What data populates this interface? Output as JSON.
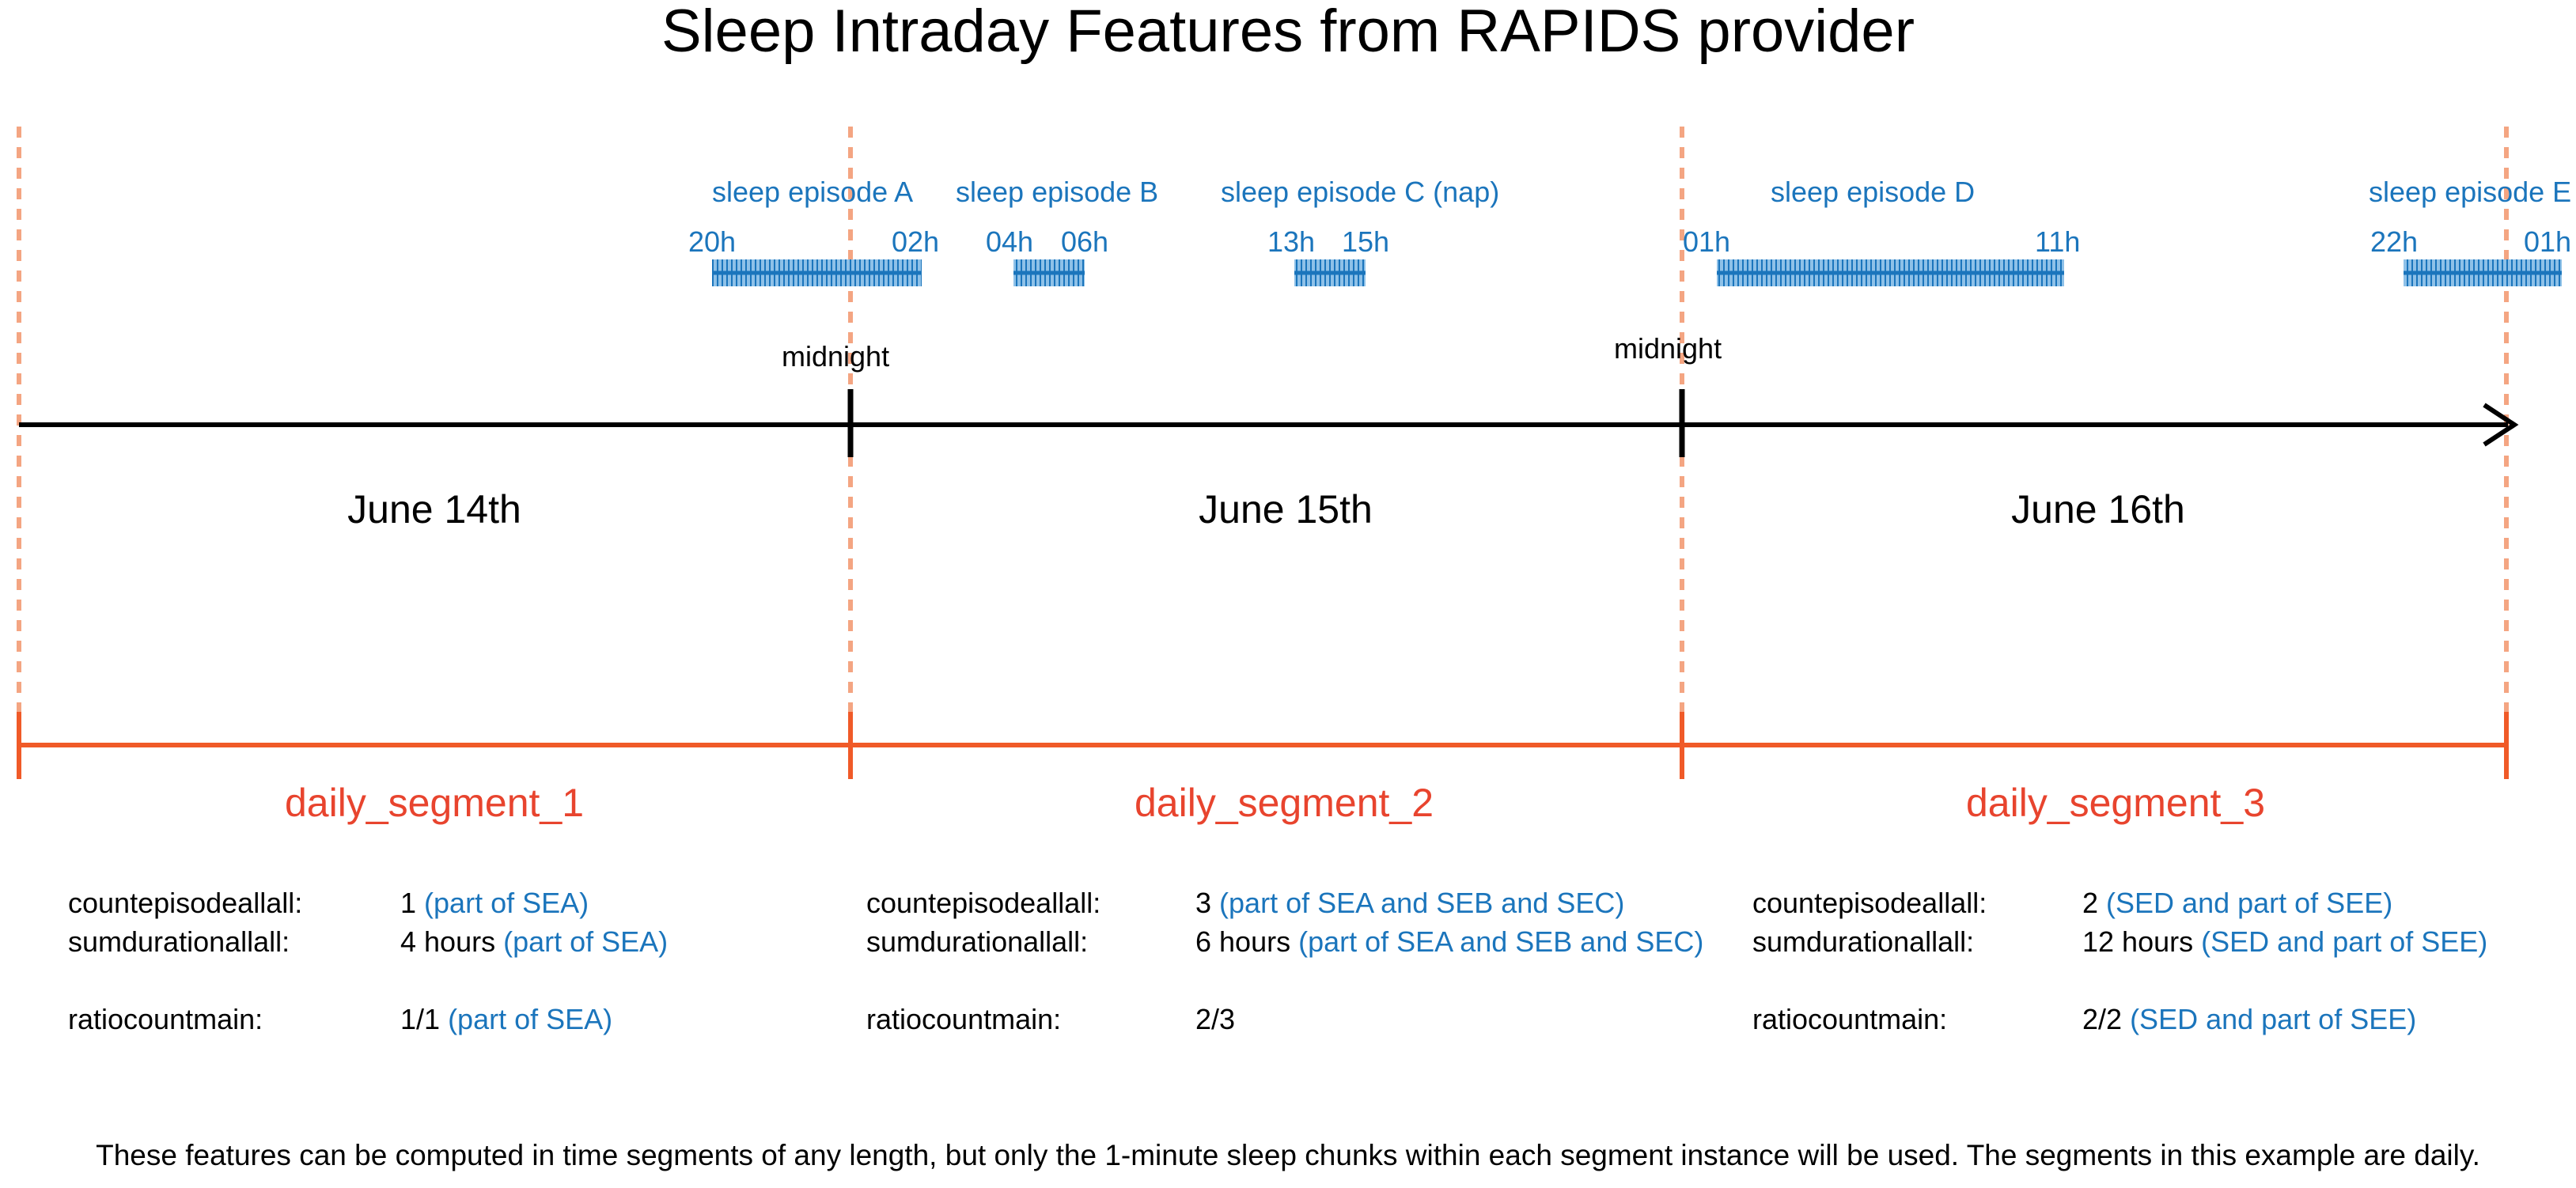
{
  "title": "Sleep Intraday Features from RAPIDS provider",
  "episodes": [
    {
      "name": "sleep episode A",
      "start": "20h",
      "end": "02h"
    },
    {
      "name": "sleep episode B",
      "start": "04h",
      "end": "06h"
    },
    {
      "name": "sleep episode C (nap)",
      "start": "13h",
      "end": "15h"
    },
    {
      "name": "sleep episode D",
      "start": "01h",
      "end": "11h"
    },
    {
      "name": "sleep episode E",
      "start": "22h",
      "end": "01h"
    }
  ],
  "midnight_labels": [
    "midnight",
    "midnight"
  ],
  "days": [
    "June 14th",
    "June 15th",
    "June 16th"
  ],
  "segments": [
    {
      "name": "daily_segment_1",
      "features": [
        {
          "label": "countepisodeallall:",
          "value": "1",
          "note": "(part of SEA)"
        },
        {
          "label": "sumdurationallall:",
          "value": "4 hours",
          "note": "(part of SEA)"
        },
        {
          "label": "ratiocountmain:",
          "value": "1/1",
          "note": "(part of SEA)"
        }
      ]
    },
    {
      "name": "daily_segment_2",
      "features": [
        {
          "label": "countepisodeallall:",
          "value": "3",
          "note": "(part of SEA and SEB and SEC)"
        },
        {
          "label": "sumdurationallall:",
          "value": "6 hours",
          "note": "(part of SEA and SEB and SEC)"
        },
        {
          "label": "ratiocountmain:",
          "value": "2/3",
          "note": ""
        }
      ]
    },
    {
      "name": "daily_segment_3",
      "features": [
        {
          "label": "countepisodeallall:",
          "value": "2",
          "note": "(SED and part of SEE)"
        },
        {
          "label": "sumdurationallall:",
          "value": "12 hours",
          "note": "(SED and part of SEE)"
        },
        {
          "label": "ratiocountmain:",
          "value": "2/2",
          "note": "(SED and part of SEE)"
        }
      ]
    }
  ],
  "footer": "These features can be computed in time segments of any length, but only the 1-minute sleep chunks within each segment instance will be used. The segments in this example are daily.",
  "colors": {
    "episode": "#1b75bc",
    "segment": "#e8442e",
    "guide": "#f4a582",
    "axis": "#000000"
  }
}
